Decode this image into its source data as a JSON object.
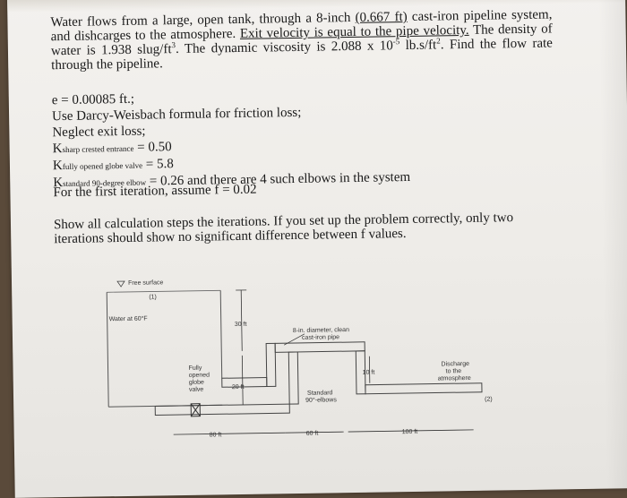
{
  "problem": {
    "line1": "Water flows from a large, open tank, through a 8-inch",
    "pipe_dia": "(0.667 ft)",
    "line1b": "cast-iron pipeline system, and",
    "line2a": "dishcarges to the atmosphere.",
    "line2_link": "Exit velocity is equal to the pipe velocity.",
    "line2b": "The density of water is",
    "line3a": "1.938 slug/ft",
    "cube": "3",
    "line3b": ". The dynamic viscosity is 2.088 x 10",
    "exp": "-5",
    "line3c": " lb.s/ft",
    "sq": "2",
    "line3d": ". Find the flow rate through the",
    "line4": "pipeline."
  },
  "given": {
    "e": "e = 0.00085 ft.;",
    "formula": "Use Darcy-Weisbach formula for friction loss;",
    "exit": "Neglect exit loss;",
    "k1_sub": "sharp crested entrance",
    "k1_val": " = 0.50",
    "k2_sub": "fully opened globe valve",
    "k2_val": " = 5.8",
    "k3_sub": "standard 90-degree elbow",
    "k3_val": " = 0.26 and there are 4 such elbows in the system",
    "K": "K"
  },
  "iteration": "For the first iteration, assume f = 0.02",
  "instruction": "Show all calculation steps the iterations. If you set up the problem correctly, only two iterations should show no significant difference between f values.",
  "diagram": {
    "free_surface": "Free surface",
    "point1": "(1)",
    "water": "Water at 60°F",
    "h30": "30 ft",
    "pipe_label": "8-in. diameter, clean cast-iron pipe",
    "pipe_label_1": "8-in. diameter, clean",
    "pipe_label_2": "cast-iron pipe",
    "h10": "10 ft",
    "h20": "20 ft",
    "valve_1": "Fully",
    "valve_2": "opened",
    "valve_3": "globe",
    "valve_4": "valve",
    "elbow_1": "Standard",
    "elbow_2": "90°-elbows",
    "disc_1": "Discharge",
    "disc_2": "to the",
    "disc_3": "atmosphere",
    "point2": "(2)",
    "l80": "80 ft",
    "l60": "60 ft",
    "l100": "100 ft"
  }
}
